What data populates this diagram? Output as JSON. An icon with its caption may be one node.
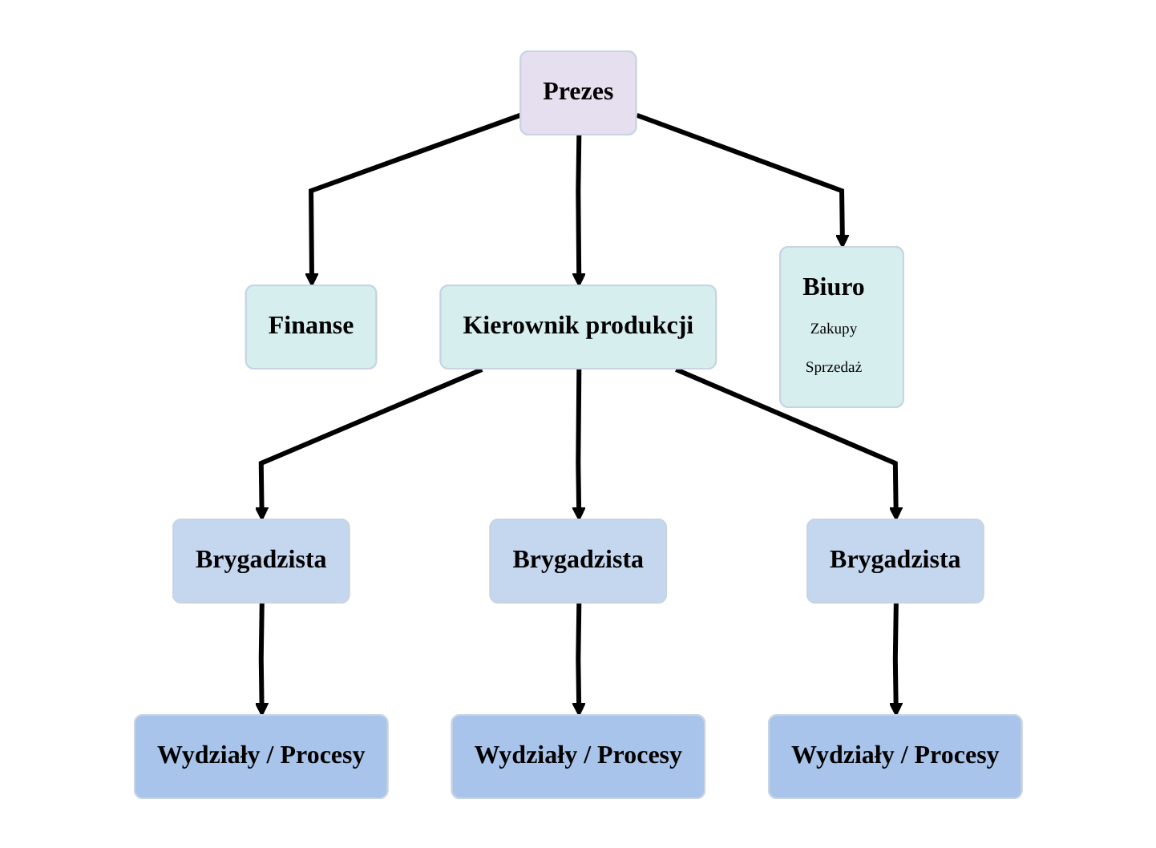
{
  "diagram": {
    "nodes": [
      {
        "text": [
          "Prezes"
        ]
      },
      {
        "text": [
          "Finanse"
        ]
      },
      {
        "text": [
          "Kierownik produkcji"
        ]
      },
      {
        "text": [
          "Biuro",
          "Zakupy",
          "Sprzedaż"
        ]
      },
      {
        "text": [
          "Brygadzista"
        ]
      },
      {
        "text": [
          "Brygadzista"
        ]
      },
      {
        "text": [
          "Brygadzista"
        ]
      },
      {
        "text": [
          "Wydziały / Procesy"
        ]
      },
      {
        "text": [
          "Wydziały / Procesy"
        ]
      },
      {
        "text": [
          "Wydziały / Procesy"
        ]
      }
    ],
    "edges": [
      {
        "from": 0,
        "to": 1,
        "arrow": "to"
      },
      {
        "from": 0,
        "to": 2,
        "arrow": "to"
      },
      {
        "from": 0,
        "to": 3,
        "arrow": "to"
      },
      {
        "from": 2,
        "to": 4,
        "arrow": "to"
      },
      {
        "from": 2,
        "to": 5,
        "arrow": "to"
      },
      {
        "from": 2,
        "to": 6,
        "arrow": "to"
      },
      {
        "from": 4,
        "to": 7,
        "arrow": "to"
      },
      {
        "from": 5,
        "to": 8,
        "arrow": "to"
      },
      {
        "from": 6,
        "to": 9,
        "arrow": "to"
      }
    ]
  }
}
